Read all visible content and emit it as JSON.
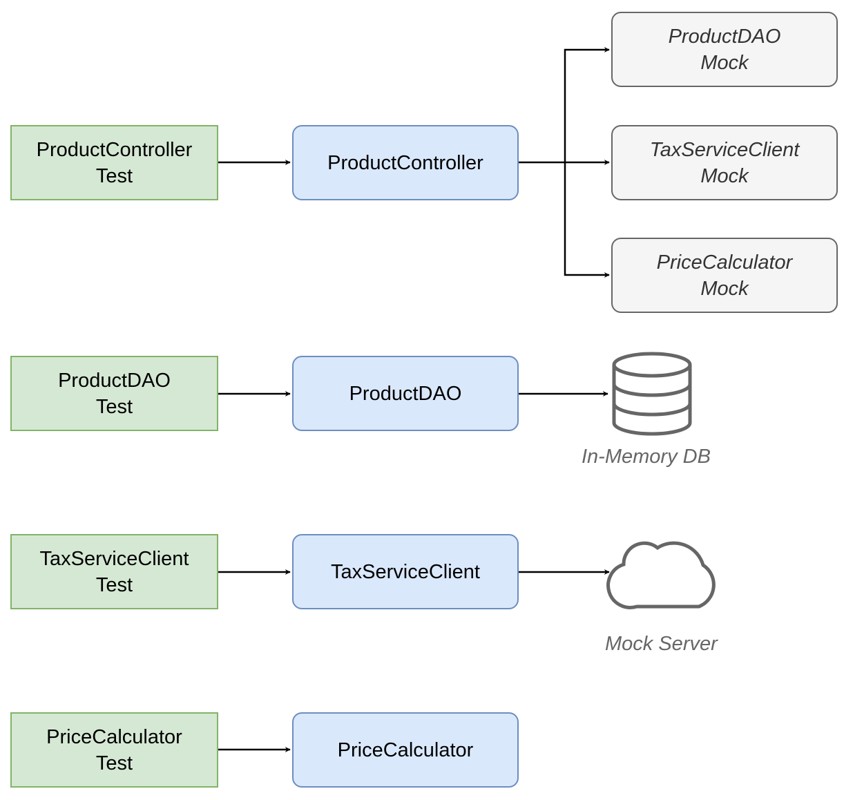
{
  "colors": {
    "test_fill": "#d5e8d4",
    "test_stroke": "#82b366",
    "comp_fill": "#dae8fc",
    "comp_stroke": "#6c8ebf",
    "mock_fill": "#f5f5f5",
    "mock_stroke": "#666666",
    "edge": "#000000",
    "icon": "#666666"
  },
  "tests": [
    {
      "line1": "ProductController",
      "line2": "Test"
    },
    {
      "line1": "ProductDAO",
      "line2": "Test"
    },
    {
      "line1": "TaxServiceClient",
      "line2": "Test"
    },
    {
      "line1": "PriceCalculator",
      "line2": "Test"
    }
  ],
  "components": [
    {
      "label": "ProductController"
    },
    {
      "label": "ProductDAO"
    },
    {
      "label": "TaxServiceClient"
    },
    {
      "label": "PriceCalculator"
    }
  ],
  "mocks": [
    {
      "line1": "ProductDAO",
      "line2": "Mock"
    },
    {
      "line1": "TaxServiceClient",
      "line2": "Mock"
    },
    {
      "line1": "PriceCalculator",
      "line2": "Mock"
    }
  ],
  "database": {
    "icon": "database-icon",
    "caption": "In-Memory DB"
  },
  "server": {
    "icon": "cloud-icon",
    "caption": "Mock Server"
  }
}
